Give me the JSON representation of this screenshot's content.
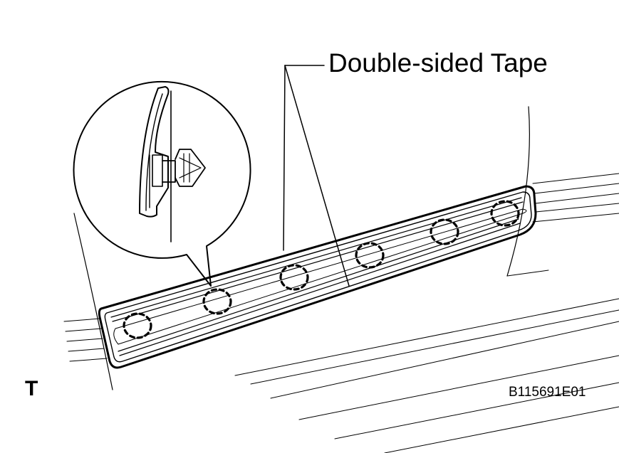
{
  "callout": {
    "label": "Double-sided Tape"
  },
  "view_letter": "T",
  "figure_code": "B115691E01",
  "colors": {
    "ink": "#000000",
    "paper": "#ffffff"
  },
  "clip_count": 6
}
